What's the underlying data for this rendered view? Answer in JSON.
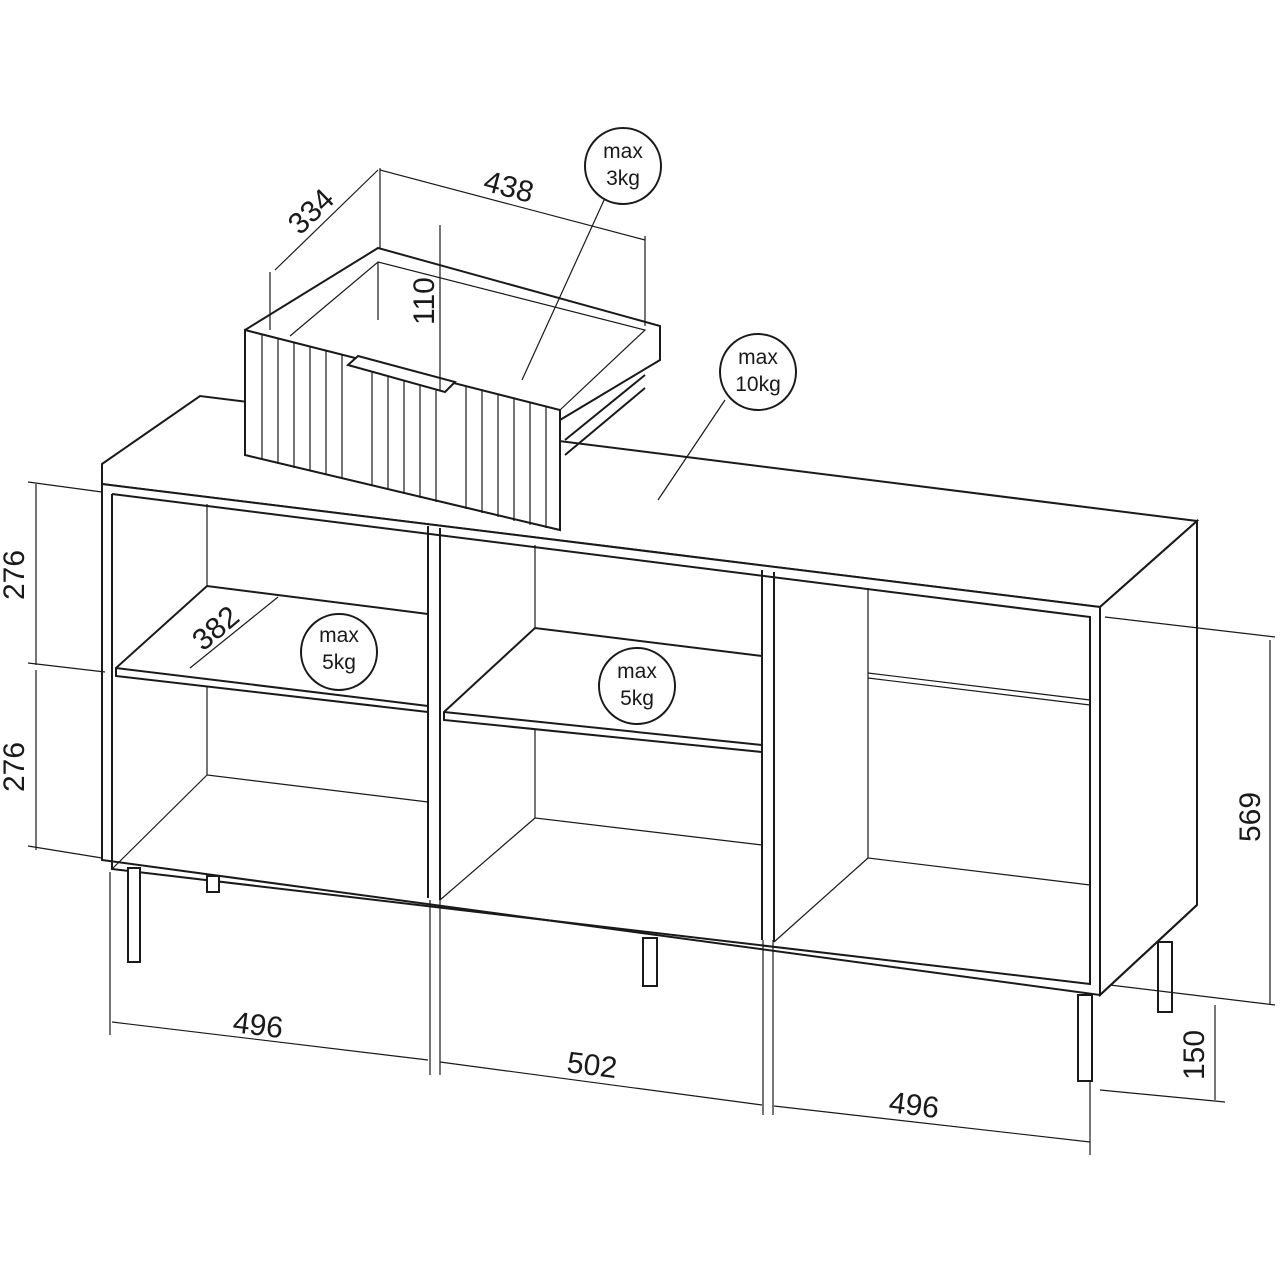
{
  "drawer": {
    "depth": "334",
    "width": "438",
    "height": "110",
    "max_load_line1": "max",
    "max_load_line2": "3kg"
  },
  "top": {
    "max_load_line1": "max",
    "max_load_line2": "10kg"
  },
  "shelf_left": {
    "depth": "382",
    "max_load_line1": "max",
    "max_load_line2": "5kg"
  },
  "shelf_middle": {
    "max_load_line1": "max",
    "max_load_line2": "5kg"
  },
  "heights": {
    "upper_compartment": "276",
    "lower_compartment": "276",
    "body": "569",
    "legs": "150"
  },
  "widths": {
    "left": "496",
    "middle": "502",
    "right": "496"
  }
}
